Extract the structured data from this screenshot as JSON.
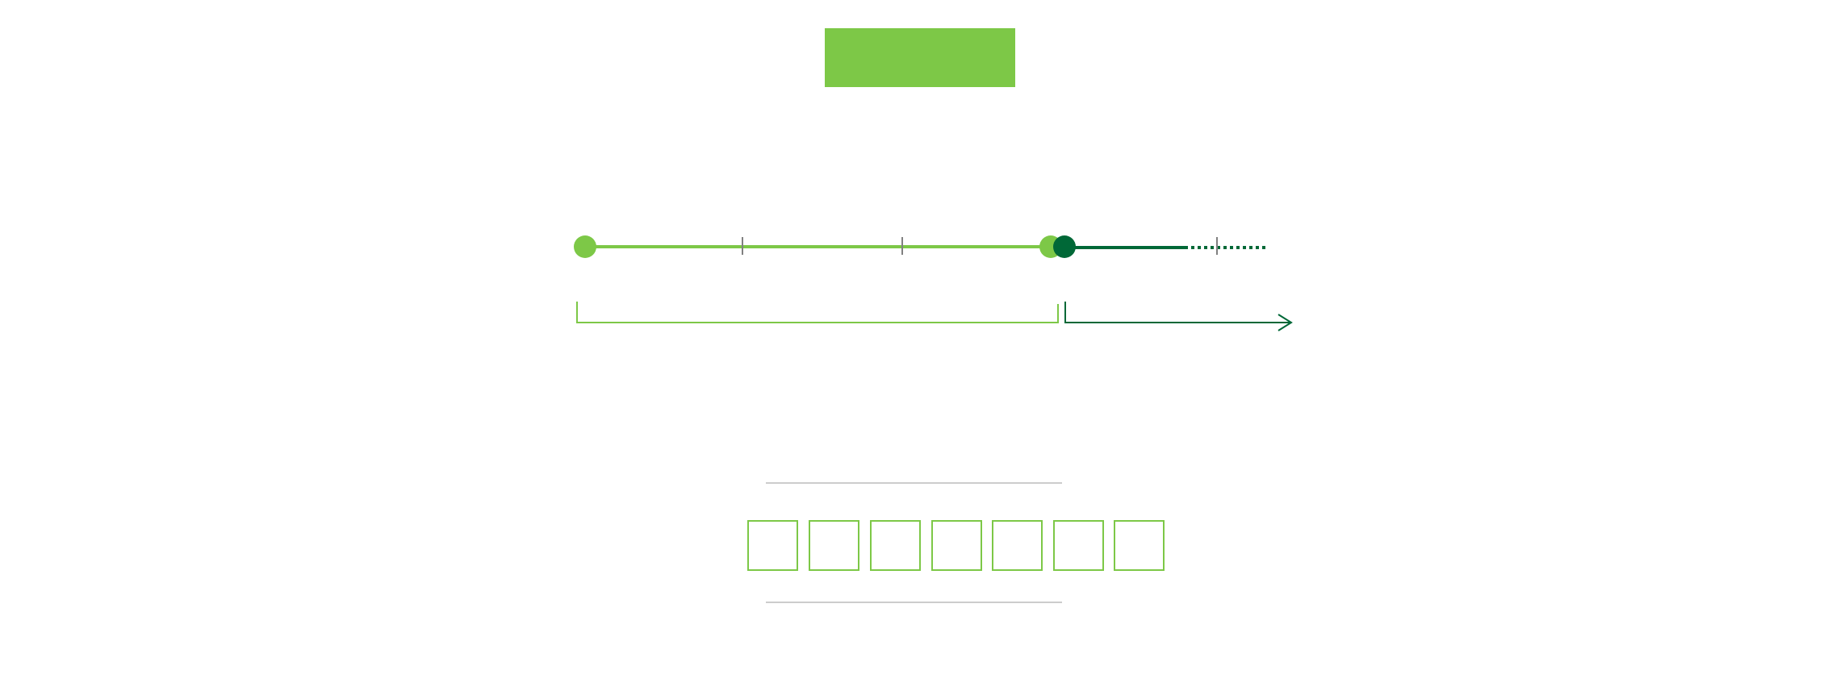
{
  "colors": {
    "light_green": "#7dc847",
    "dark_green": "#006837",
    "tick_gray": "#808080",
    "rule_gray": "#cccccc"
  },
  "timeline": {
    "light_segment_ticks": 2,
    "dark_segment_ticks": 1,
    "dark_segment_continuation": "dotted",
    "dark_bracket_arrow": "right"
  },
  "cell_row": {
    "cell_count": 7
  }
}
